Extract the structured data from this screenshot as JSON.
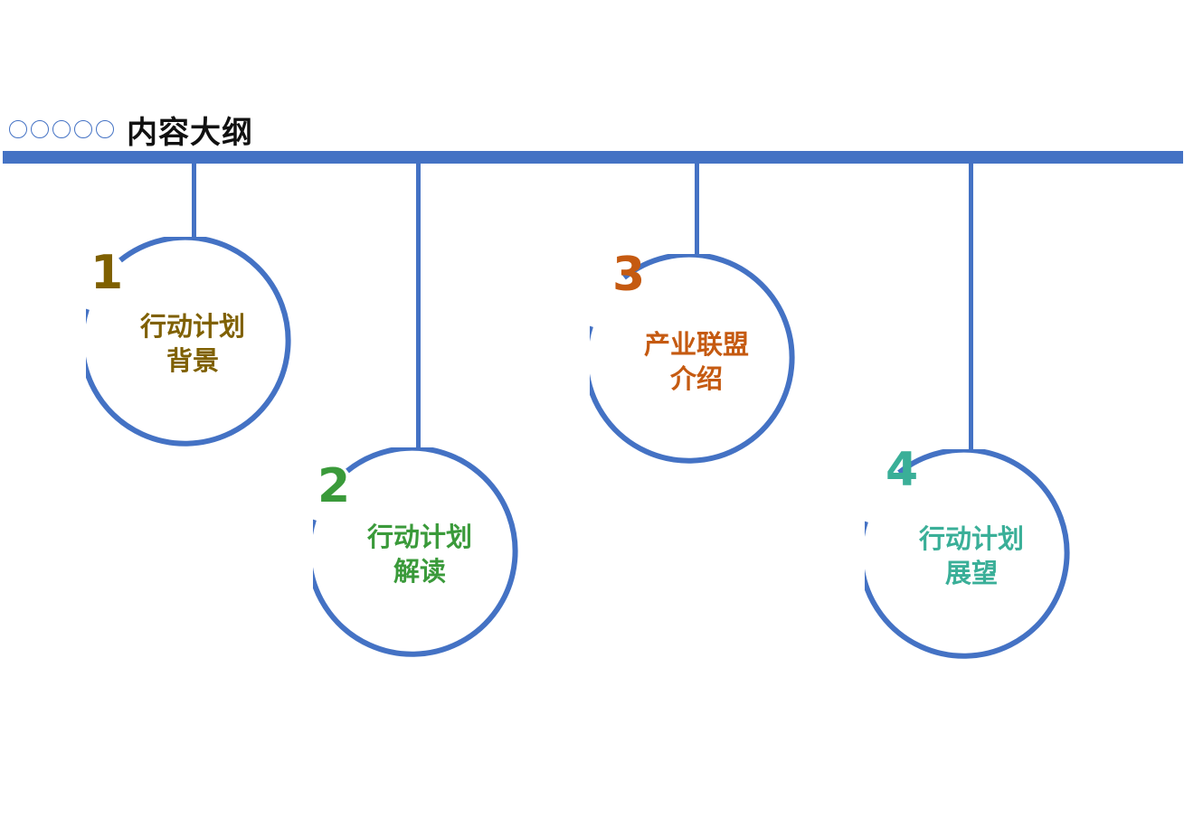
{
  "header": {
    "dots": [
      "○",
      "○",
      "○",
      "○",
      "○"
    ],
    "title": "内容大纲"
  },
  "colors": {
    "accent": "#4472c4",
    "item1": "#7f6000",
    "item2": "#3a9a3a",
    "item3": "#c55a11",
    "item4": "#3aaf98"
  },
  "items": [
    {
      "number": "1",
      "line1": "行动计划",
      "line2": "背景"
    },
    {
      "number": "2",
      "line1": "行动计划",
      "line2": "解读"
    },
    {
      "number": "3",
      "line1": "产业联盟",
      "line2": "介绍"
    },
    {
      "number": "4",
      "line1": "行动计划",
      "line2": "展望"
    }
  ]
}
